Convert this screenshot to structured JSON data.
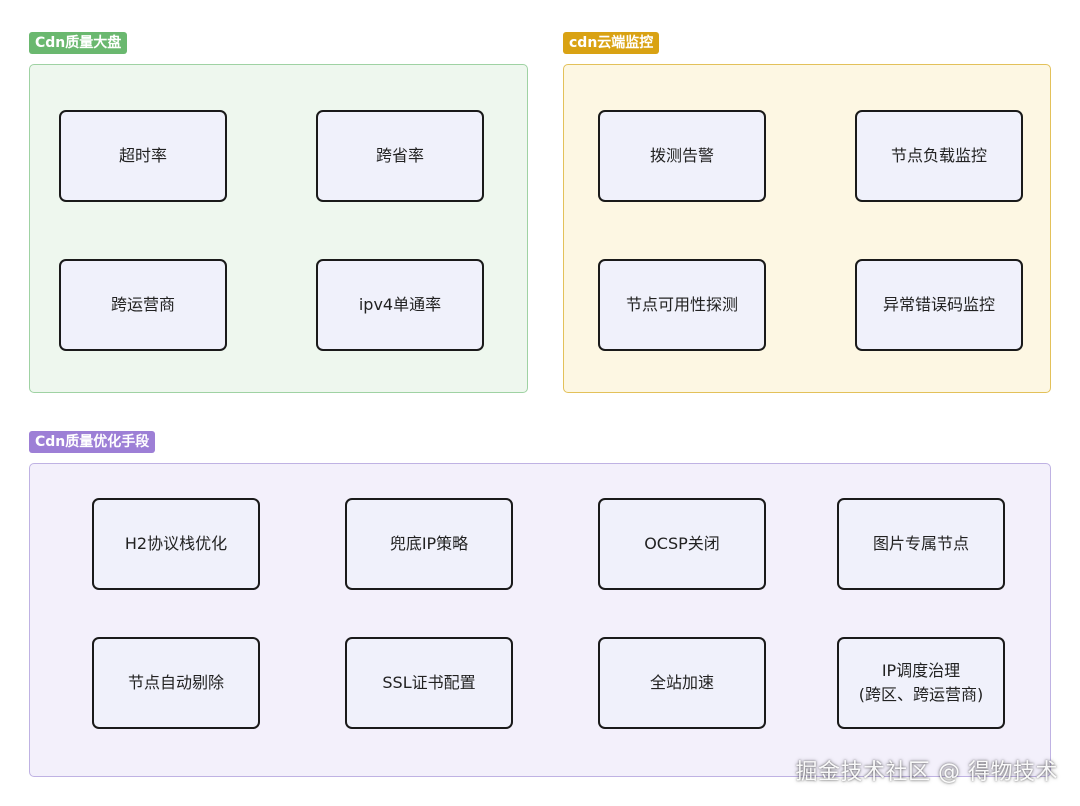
{
  "colors": {
    "green_tag": "#6ab86f",
    "yellow_tag": "#d9a213",
    "purple_tag": "#9d7fd6",
    "node_border": "#1a1a1a",
    "node_fill": "#f0f1fb"
  },
  "groups": [
    {
      "label": "Cdn质量大盘",
      "nodes": [
        {
          "label": "超时率"
        },
        {
          "label": "跨省率"
        },
        {
          "label": "跨运营商"
        },
        {
          "label": "ipv4单通率"
        }
      ]
    },
    {
      "label": "cdn云端监控",
      "nodes": [
        {
          "label": "拨测告警"
        },
        {
          "label": "节点负载监控"
        },
        {
          "label": "节点可用性探测"
        },
        {
          "label": "异常错误码监控"
        }
      ]
    },
    {
      "label": "Cdn质量优化手段",
      "nodes": [
        {
          "label": "H2协议栈优化"
        },
        {
          "label": "兜底IP策略"
        },
        {
          "label": "OCSP关闭"
        },
        {
          "label": "图片专属节点"
        },
        {
          "label": "节点自动剔除"
        },
        {
          "label": "SSL证书配置"
        },
        {
          "label": "全站加速"
        },
        {
          "label": "IP调度治理\n(跨区、跨运营商)"
        }
      ]
    }
  ],
  "watermark": "掘金技术社区 @ 得物技术"
}
